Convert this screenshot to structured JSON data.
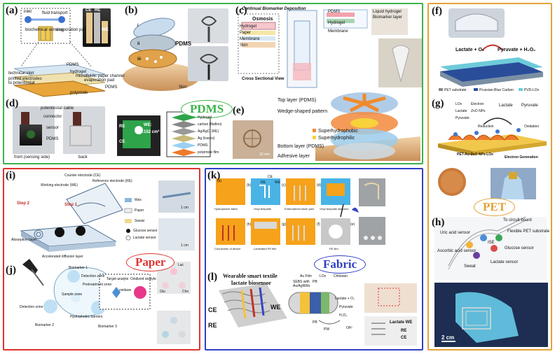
{
  "categories": {
    "pdms": "PDMS",
    "paper": "Paper",
    "fabric": "Fabric",
    "pet": "PET"
  },
  "panel_labels": [
    "(a)",
    "(b)",
    "(c)",
    "(d)",
    "(e)",
    "(f)",
    "(g)",
    "(h)",
    "(i)",
    "(j)",
    "(k)",
    "(l)"
  ],
  "a": {
    "inlet": "inlet",
    "fluid": "fluid transport",
    "bio": "biochemical sensing",
    "evap": "evaporation pad",
    "pdms": "PDMS",
    "hydrogel": "hydrogel",
    "channel": "microfluidic paper channel",
    "pad": "evaporation pad",
    "tech": "technical inlet",
    "printed": "printed electrodes",
    "to": "to potentiostat",
    "pdms2": "PDMS",
    "poly": "polyimide",
    "ce": "CE",
    "re": "RE",
    "we": "WE"
  },
  "b": {
    "pdms": "PDMS",
    "skin": "Skin",
    "i": "i",
    "ii": "ii",
    "iii": "iii"
  },
  "c": {
    "continual": "Continual Biomarker Deposition",
    "osmosis": "Osmosis",
    "hydrogel": "Hydrogel",
    "paper": "Paper",
    "membrane": "Membrane",
    "skin": "Skin",
    "cross": "Cross Sectional View",
    "liquid": "Liquid hydrogel",
    "sensor": "Biomarker layer",
    "pdms": "PDMS",
    "hyd2": "Hydrogel",
    "mem2": "Membrane"
  },
  "d": {
    "cable": "potentiostat cable",
    "connector": "connector",
    "sensor": "sensor",
    "pdms": "PDMS",
    "front": "front (sensing side)",
    "back": "back",
    "re": "RE",
    "we": "WE:",
    "area": "0.152 cm²",
    "ce": "CE",
    "l1": "Hydrogel",
    "l2": "carbon (Nafion)",
    "l3": "Ag/AgCl (RE)",
    "l4": "Ag (traces)",
    "l5": "PDMS",
    "l6": "polyimide film"
  },
  "e": {
    "top": "Top layer (PDMS)",
    "wedge": "Wedge-shaped pattern",
    "phobic": "Superhydrophobic",
    "philic": "Superhydrophilic",
    "bottom": "Bottom layer (PDMS)",
    "adhesive": "Adhesive layer",
    "scale": "10 mm"
  },
  "f": {
    "lactate": "Lactate + O₂",
    "pyruvate": "Pyruvate + H₂O₂",
    "pet": "PET substrate",
    "pb": "Prussian-Blue Carbon",
    "pvd": "PVD-LOx"
  },
  "g": {
    "lox": "LOx",
    "electron": "Electron",
    "lactate": "Lactate",
    "zno": "ZnO NPs",
    "pyruvate": "Pyruvate",
    "lactate2": "Lactate",
    "pyruvate2": "Pyruvate",
    "reduction": "Reduction",
    "oxidation": "Oxidation",
    "substrate": "PET-Au-ZnO NPs-LOx",
    "gen": "Electron Generation"
  },
  "h": {
    "board": "To circuit board",
    "flex": "Flexible PET substrate",
    "uric": "Uric acid sensor",
    "ise": "ISE",
    "asc": "Ascorbic acid sensor",
    "glucose": "Glucose sensor",
    "sweat": "Sweat",
    "lactate": "Lactate sensor",
    "scale": "2 cm"
  },
  "i": {
    "ce": "Counter electrode (CE)",
    "we": "Working electrode (WE)",
    "re": "Reference electrode (RE)",
    "step2": "Step 2",
    "step1": "Step 1",
    "absorb": "Absorption layer",
    "accel": "Accelerated diffusion layer",
    "wax": "Wax",
    "paper": "Paper",
    "sweat": "Sweat",
    "glucose": "Glucose sensor",
    "lactate": "Lactate sensor",
    "scale1": "1 cm",
    "scale2": "1 cm"
  },
  "j": {
    "b1": "Biomarker 1",
    "detect1": "Detection zone",
    "pre": "Pretreatment zone",
    "sample": "Sample zone",
    "detect2": "Detection zone",
    "b2": "Biomarker 2",
    "hydro": "Hydrophobic barriers",
    "b3": "Biomarker 3",
    "target": "Target analyte",
    "oxid": "Oxidized analyte",
    "oxidase": "oxidase",
    "lac": "Lac",
    "glu": "Glu",
    "cho": "Cho"
  },
  "k": {
    "s1": "(a)",
    "s2": "(b)",
    "s3": "(c)",
    "s4": "(d)",
    "s5": "(e)",
    "s6": "(f)",
    "s7": "(g)",
    "s8": "(h)",
    "c1": "Hydrophobic fabric",
    "c2": "Vinyl template",
    "c3": "Embroidered silver yarn",
    "c4": "Vinyl template attached",
    "c5": "Connection of device",
    "c6": "Laminated PE film",
    "c7": "PE film",
    "ce": "CE",
    "we": "WE",
    "re": "RE"
  },
  "l": {
    "title1": "Wearable smart textile",
    "title2": "lactate biosensor",
    "ce": "CE",
    "we": "WE",
    "re": "RE",
    "sebs": "SEBS with",
    "agnws": "Au/AgNWs",
    "aufilm": "Au Film",
    "pb": "PB",
    "lox": "LOx",
    "chitosan": "Chitosan",
    "lactate": "Lactate + O₂",
    "pyruvate": "Pyruvate",
    "h2o2": "H₂O₂",
    "pbp": "PB",
    "pwp": "PW",
    "oh": "OH⁻",
    "lwe": "Lactate WE",
    "lre": "RE",
    "lce": "CE"
  }
}
